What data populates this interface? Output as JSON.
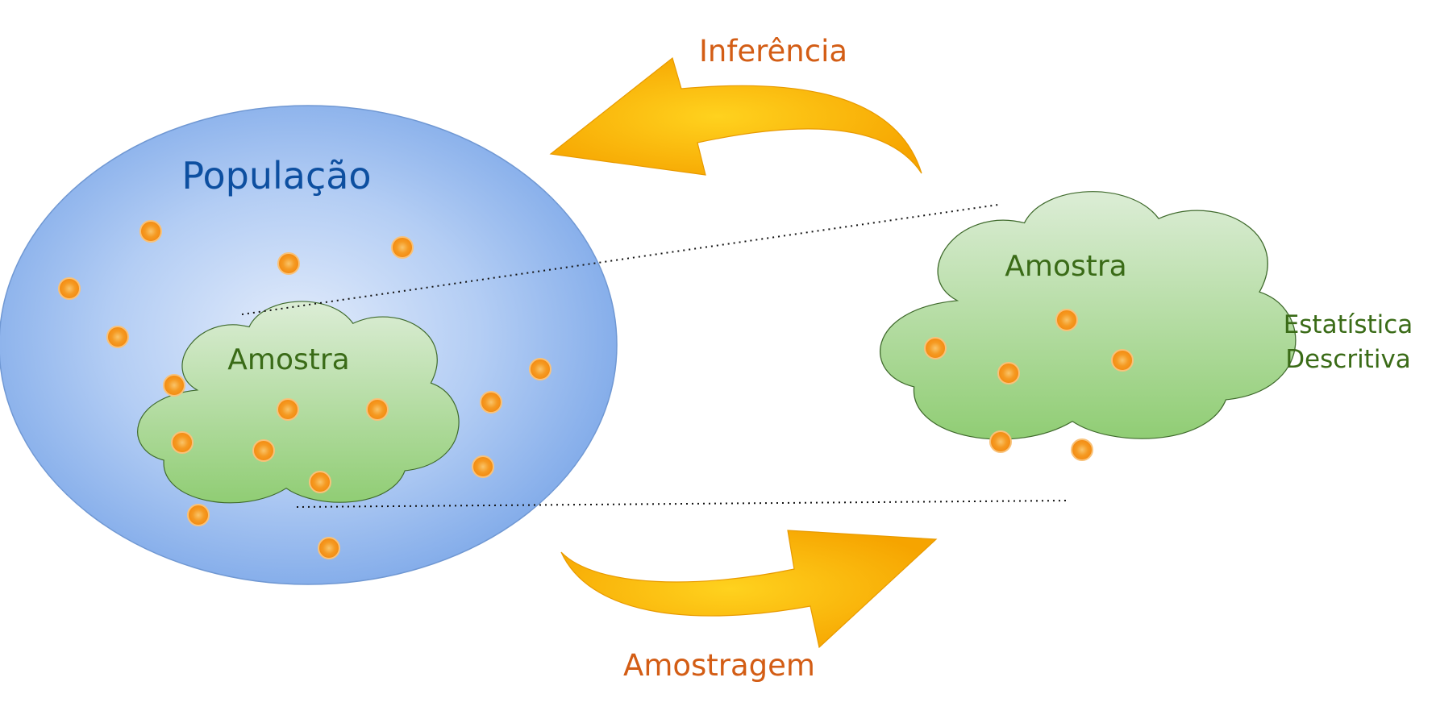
{
  "labels": {
    "population": "População",
    "sample_inner": "Amostra",
    "sample_outer": "Amostra",
    "inference": "Inferência",
    "sampling": "Amostragem",
    "descriptive_line1": "Estatística",
    "descriptive_line2": "Descritiva"
  },
  "colors": {
    "population_fill_center": "#dfe9fb",
    "population_fill_edge": "#7ea9e9",
    "population_stroke": "#6f95cf",
    "population_text": "#0d4fa0",
    "sample_fill_top": "#d9ecd3",
    "sample_fill_bottom": "#94d07a",
    "sample_stroke": "#3f6a2c",
    "sample_text": "#3a6b17",
    "arrow_light": "#ffd21e",
    "arrow_dark": "#f4a300",
    "arrow_text": "#d35d15",
    "dot_fill": "#f39a1e",
    "dot_stroke": "#f6c27c"
  }
}
